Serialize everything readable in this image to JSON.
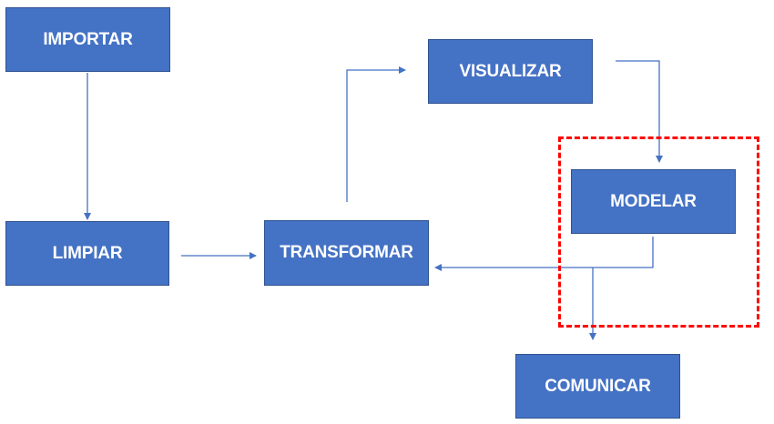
{
  "diagram": {
    "nodes": [
      {
        "id": "importar",
        "label": "IMPORTAR"
      },
      {
        "id": "limpiar",
        "label": "LIMPIAR"
      },
      {
        "id": "transformar",
        "label": "TRANSFORMAR"
      },
      {
        "id": "visualizar",
        "label": "VISUALIZAR"
      },
      {
        "id": "modelar",
        "label": "MODELAR"
      },
      {
        "id": "comunicar",
        "label": "COMUNICAR"
      }
    ],
    "edges": [
      {
        "from": "importar",
        "to": "limpiar"
      },
      {
        "from": "limpiar",
        "to": "transformar"
      },
      {
        "from": "transformar",
        "to": "visualizar"
      },
      {
        "from": "visualizar",
        "to": "modelar"
      },
      {
        "from": "modelar",
        "to": "transformar"
      },
      {
        "from": "modelar",
        "to": "comunicar"
      }
    ],
    "highlight": {
      "target": "modelar",
      "style": "dashed",
      "color": "#ff0000"
    }
  },
  "colors": {
    "node_fill": "#4472c4",
    "node_border": "#2f528f",
    "node_text": "#ffffff",
    "connector": "#4472c4",
    "highlight": "#ff0000"
  }
}
